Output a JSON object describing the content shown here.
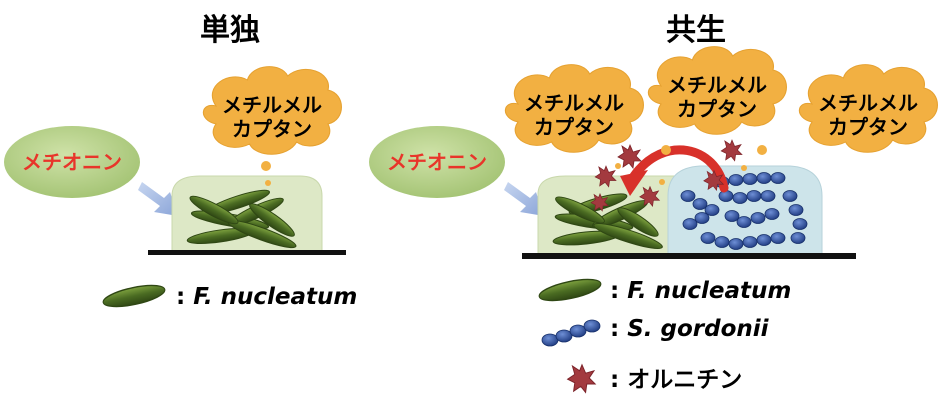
{
  "panels": {
    "left_title": "単独",
    "right_title": "共生"
  },
  "labels": {
    "methionine": "メチオニン",
    "methyl_line1": "メチルメル",
    "methyl_line2": "カプタン"
  },
  "legend": {
    "fn_prefix": ": ",
    "fn_name": "F. nucleatum",
    "sg_prefix": ": ",
    "sg_name": "S. gordonii",
    "ornithine": ": オルニチン"
  },
  "colors": {
    "cloud": "#f2b042",
    "methionine_ellipse": "#b6d18a",
    "fn_dome": "#dde8c6",
    "sg_dome": "#cde4ea",
    "fn_bacterium": "#4a6b22",
    "sg_bacterium": "#2c4a93",
    "ornithine_star": "#a33a3f",
    "arrow_red": "#d8312a",
    "arrow_blue": "#9cb3df"
  }
}
